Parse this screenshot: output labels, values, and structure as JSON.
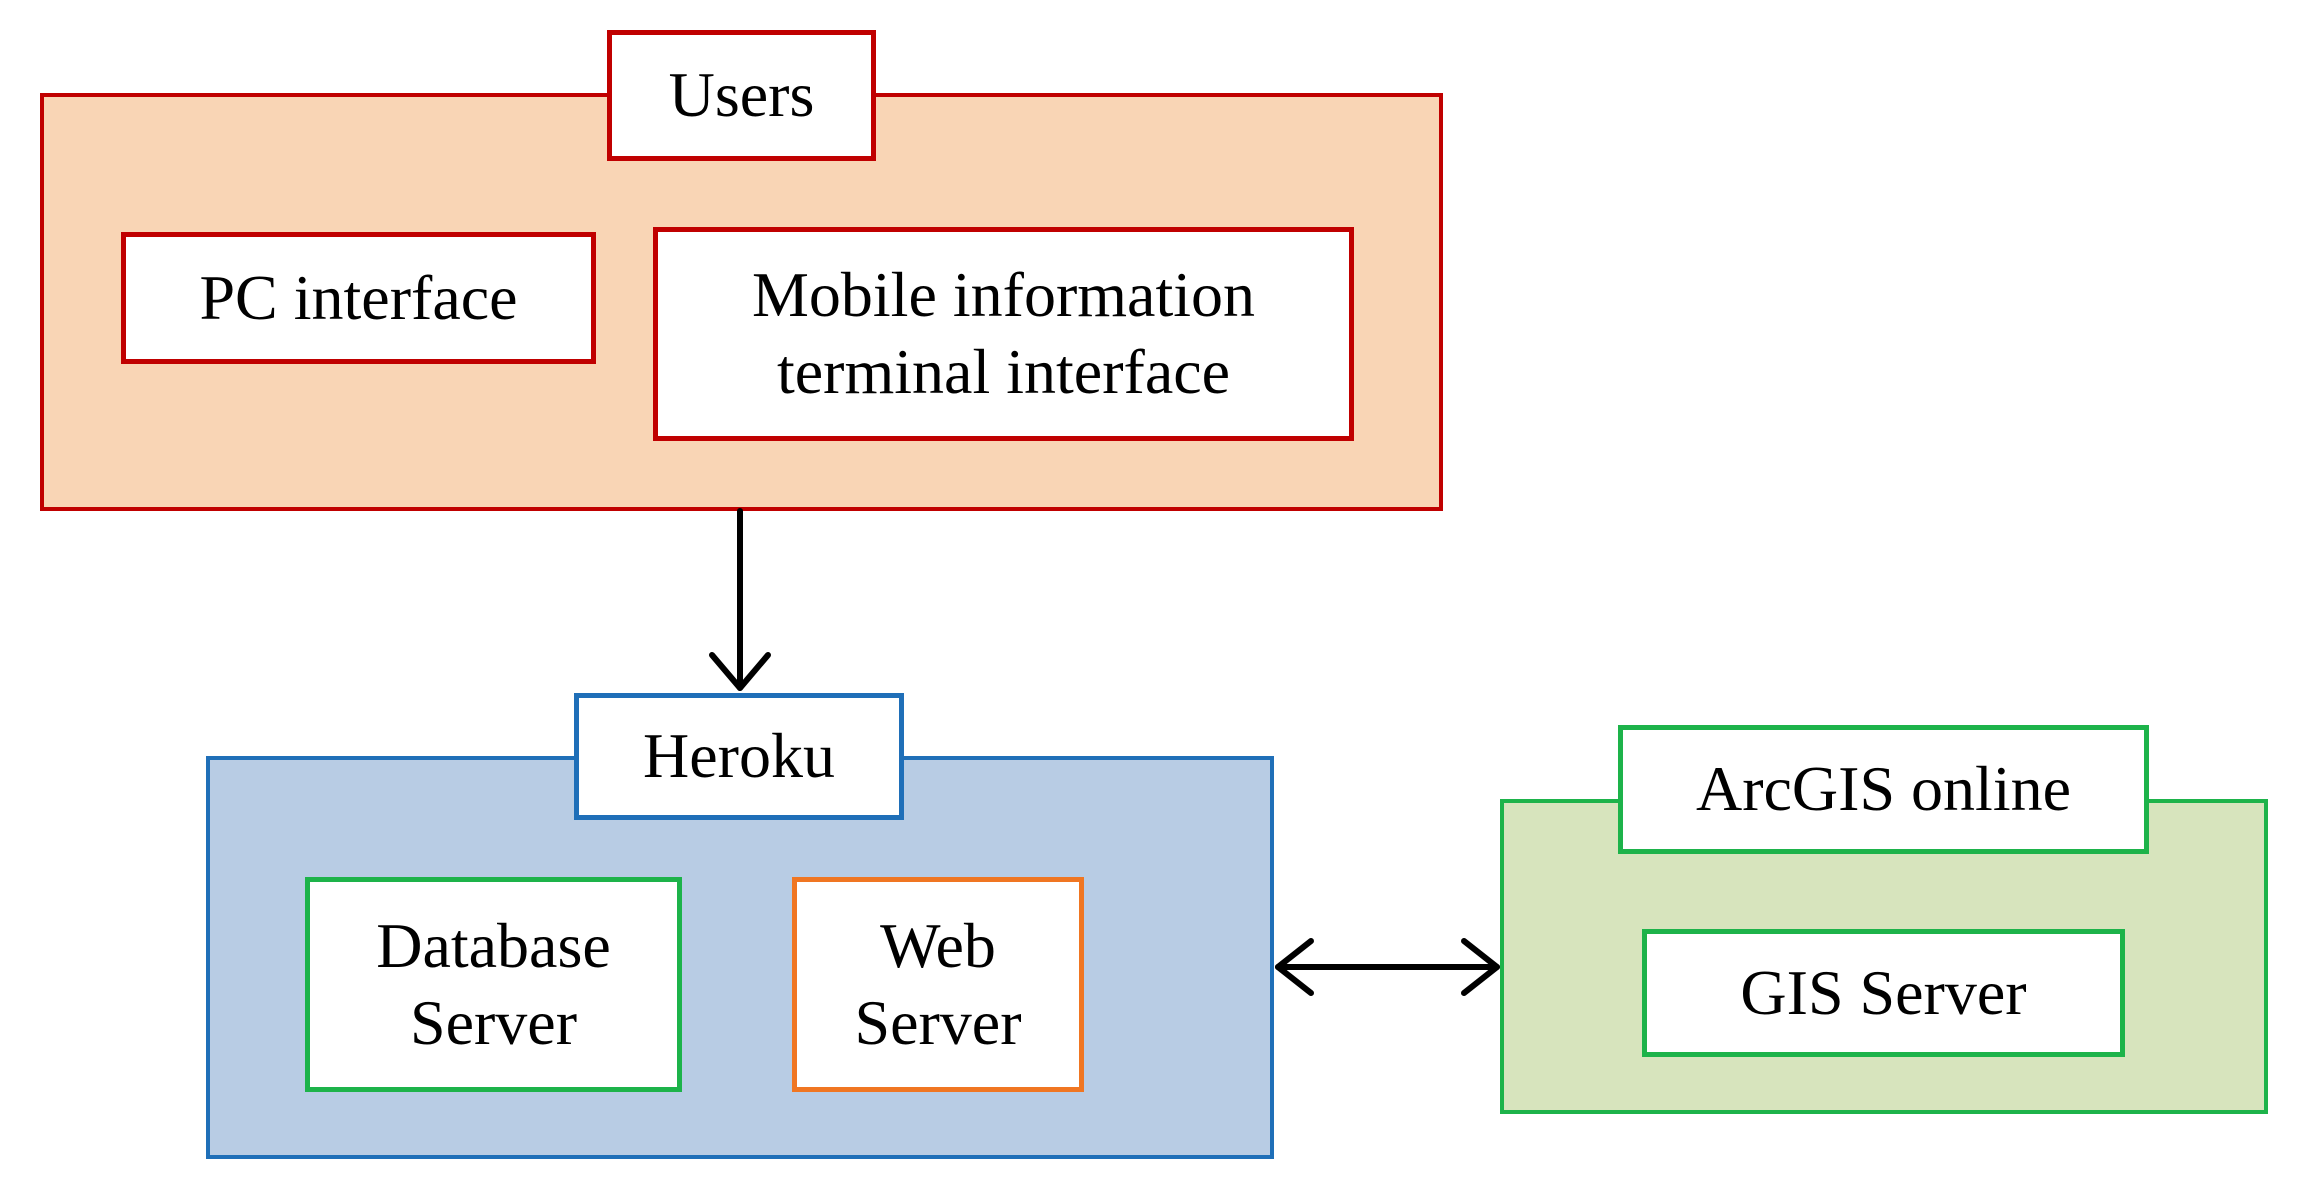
{
  "colors": {
    "users_border": "#c00000",
    "users_fill": "#f9d5b5",
    "heroku_border": "#1f6fb8",
    "heroku_fill": "#b8cce4",
    "arcgis_border": "#1db34a",
    "arcgis_fill": "#d7e4bd",
    "web_server_border": "#f07622",
    "database_border": "#1db34a",
    "arrow": "#000000"
  },
  "users": {
    "title": "Users",
    "pc_interface": "PC interface",
    "mobile_line1": "Mobile information",
    "mobile_line2": "terminal interface"
  },
  "heroku": {
    "title": "Heroku",
    "database_line1": "Database",
    "database_line2": "Server",
    "web_line1": "Web",
    "web_line2": "Server"
  },
  "arcgis": {
    "title": "ArcGIS online",
    "gis_server": "GIS Server"
  },
  "connections": [
    {
      "from": "users",
      "to": "heroku",
      "direction": "one-way"
    },
    {
      "from": "heroku",
      "to": "arcgis",
      "direction": "two-way"
    }
  ]
}
